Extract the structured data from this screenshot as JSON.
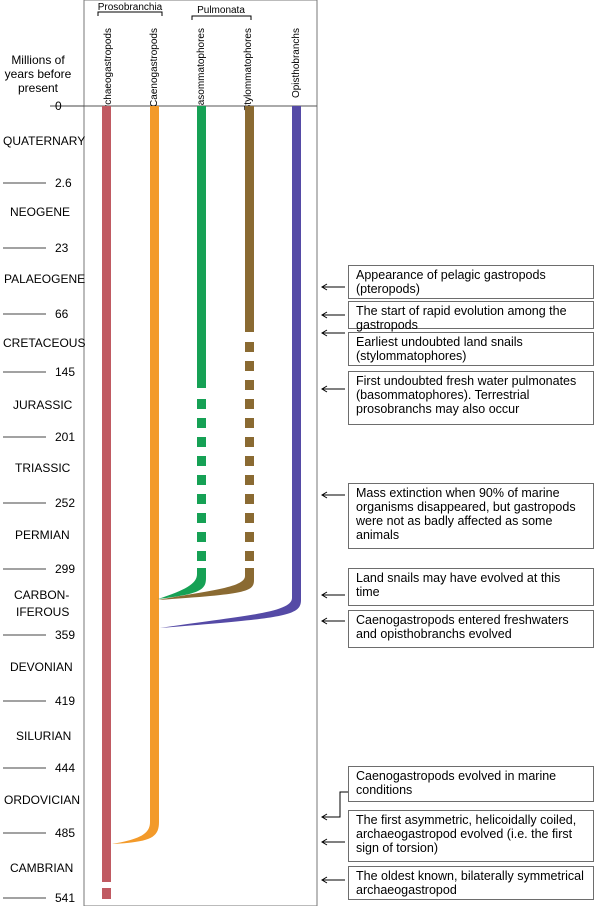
{
  "header": {
    "axis_title": "Millions of years before present",
    "groups": [
      "Prosobranchia",
      "Pulmonata"
    ],
    "lineages": [
      "Archaeogastropods",
      "Caenogastropods",
      "Basommatophores",
      "Stylommatophores",
      "Opisthobranchs"
    ]
  },
  "colors": {
    "archaeogastropods": "#c05a62",
    "caenogastropods": "#f39a2a",
    "basommatophores": "#16a155",
    "stylommatophores": "#8a6a32",
    "opisthobranchs": "#554aa6"
  },
  "timescale": {
    "boundaries": [
      "0",
      "2.6",
      "23",
      "66",
      "145",
      "201",
      "252",
      "299",
      "359",
      "419",
      "444",
      "485",
      "541"
    ],
    "periods": [
      "QUATERNARY",
      "NEOGENE",
      "PALAEOGENE",
      "CRETACEOUS",
      "JURASSIC",
      "TRIASSIC",
      "PERMIAN",
      "CARBON-\nIFEROUS",
      "DEVONIAN",
      "SILURIAN",
      "ORDOVICIAN",
      "CAMBRIAN"
    ]
  },
  "annotations": [
    "Appearance of pelagic gastropods (pteropods)",
    "The start of rapid evolution among the gastropods",
    "Earliest undoubted  land snails (stylommatophores)",
    "First undoubted fresh water pulmonates (basommatophores). Terrestrial prosobranchs may also occur",
    "Mass extinction when 90% of marine organisms disappeared, but gastropods were not as badly affected as some animals",
    "Land snails may have evolved at this time",
    "Caenogastropods entered freshwaters and opisthobranchs evolved",
    "Caenogastropods evolved in marine conditions",
    "The first asymmetric, helicoidally coiled, archaeogastropod evolved (i.e. the first sign of torsion)",
    "The oldest known, bilaterally symmetrical archaeogastropod"
  ]
}
